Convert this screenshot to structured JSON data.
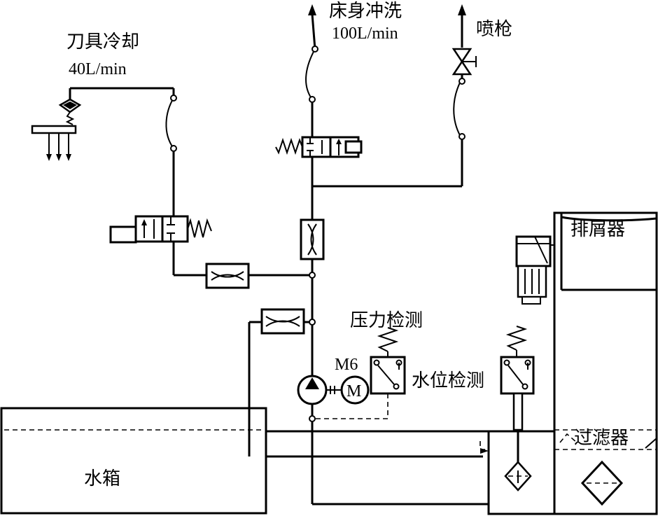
{
  "labels": {
    "tool_cooling": "刀具冷却",
    "tool_cooling_flow": "40L/min",
    "bed_flush": "床身冲洗",
    "bed_flush_flow": "100L/min",
    "spray_gun": "喷枪",
    "chip_conveyor": "排屑器",
    "pressure_detect": "压力检测",
    "motor": "M6",
    "motor_symbol": "M",
    "water_level_detect": "水位检测",
    "filter": "过滤器",
    "water_tank": "水箱"
  }
}
